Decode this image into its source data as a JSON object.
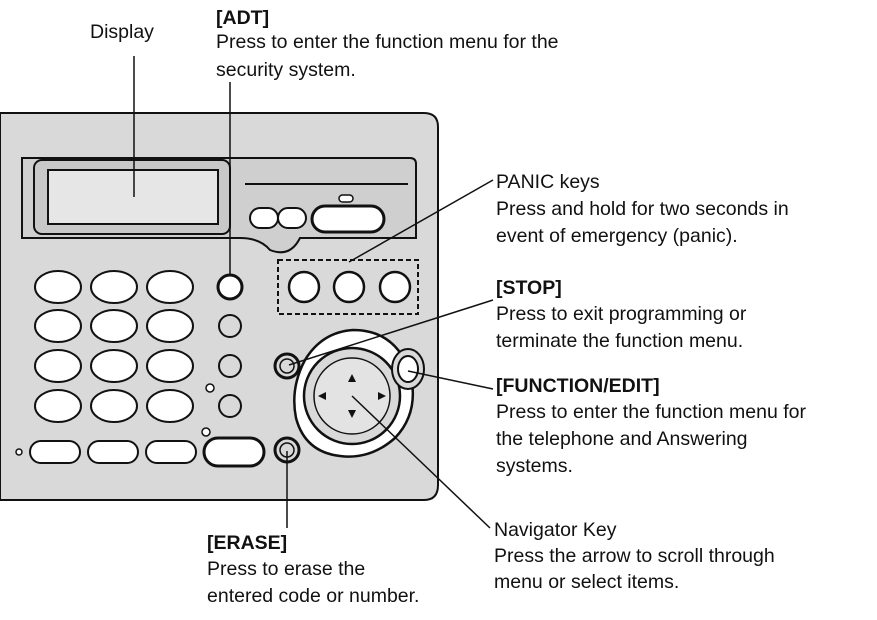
{
  "labels": {
    "display": {
      "title": "Display"
    },
    "adt": {
      "title": "[ADT]",
      "lines": [
        "Press to enter the function menu for the",
        "security system."
      ]
    },
    "panic": {
      "title": "PANIC keys",
      "lines": [
        "Press and hold for two seconds in",
        "event of emergency (panic)."
      ]
    },
    "stop": {
      "title": "[STOP]",
      "lines": [
        "Press to exit programming or",
        "terminate the function menu."
      ]
    },
    "function_edit": {
      "title": "[FUNCTION/EDIT]",
      "lines": [
        "Press to enter the function menu for",
        "the telephone and Answering",
        "systems."
      ]
    },
    "navigator": {
      "title": "Navigator Key",
      "lines": [
        "Press the arrow to scroll through",
        "menu or select items."
      ]
    },
    "erase": {
      "title": "[ERASE]",
      "lines": [
        "Press to erase the",
        "entered code or number."
      ]
    }
  },
  "colors": {
    "panel": "#d9d9d9",
    "panel_dark": "#bdbdbd",
    "line": "#111111",
    "key": "#ffffff"
  },
  "icons": [
    "arrow-up-icon",
    "arrow-down-icon",
    "arrow-left-icon",
    "arrow-right-icon"
  ]
}
